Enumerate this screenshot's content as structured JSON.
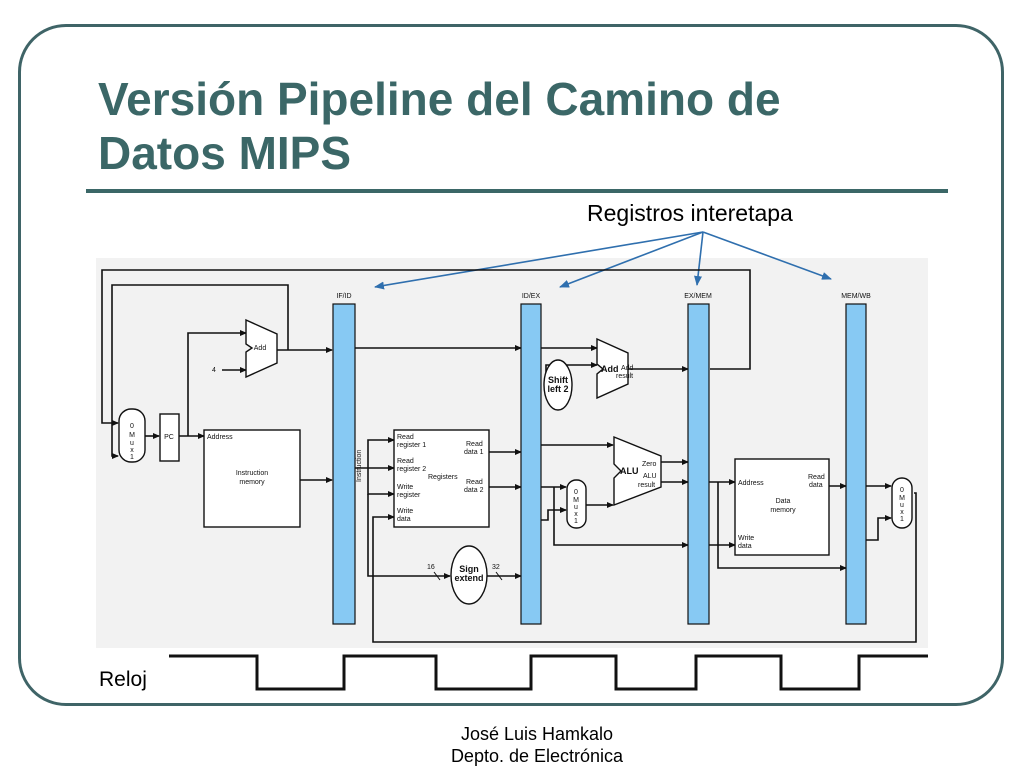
{
  "slide": {
    "title_line1": "Versión Pipeline del Camino de",
    "title_line2": "Datos MIPS",
    "annotation": "Registros interetapa",
    "clock_label": "Reloj",
    "author": "José Luis Hamkalo",
    "department": "Depto. de Electrónica"
  },
  "colors": {
    "title": "#3b6767",
    "frame": "#3f6467",
    "pipeline_register": "#87c9f3",
    "arrow": "#2f6fae"
  },
  "diagram": {
    "pipeline_registers": [
      "IF/ID",
      "ID/EX",
      "EX/MEM",
      "MEM/WB"
    ],
    "mux_label": "0 M u x 1",
    "pc_label": "PC",
    "add_label": "Add",
    "constant_4": "4",
    "instruction_memory": {
      "address": "Address",
      "name_line1": "Instruction",
      "name_line2": "memory",
      "output": "Instruction"
    },
    "registers": {
      "read_reg1_a": "Read",
      "read_reg1_b": "register 1",
      "read_reg2_a": "Read",
      "read_reg2_b": "register 2",
      "write_reg_a": "Write",
      "write_reg_b": "register",
      "write_data_a": "Write",
      "write_data_b": "data",
      "name": "Registers",
      "read_data1_a": "Read",
      "read_data1_b": "data 1",
      "read_data2_a": "Read",
      "read_data2_b": "data 2"
    },
    "shift": {
      "line1": "Shift",
      "line2": "left 2"
    },
    "branch_adder": {
      "add": "Add",
      "result_a": "Add",
      "result_b": "result"
    },
    "alu": {
      "name": "ALU",
      "zero": "Zero",
      "result_a": "ALU",
      "result_b": "result"
    },
    "data_memory": {
      "address": "Address",
      "name_line1": "Data",
      "name_line2": "memory",
      "read_a": "Read",
      "read_b": "data",
      "write_a": "Write",
      "write_b": "data"
    },
    "sign_extend": {
      "line1": "Sign",
      "line2": "extend",
      "in_bits": "16",
      "out_bits": "32"
    }
  }
}
